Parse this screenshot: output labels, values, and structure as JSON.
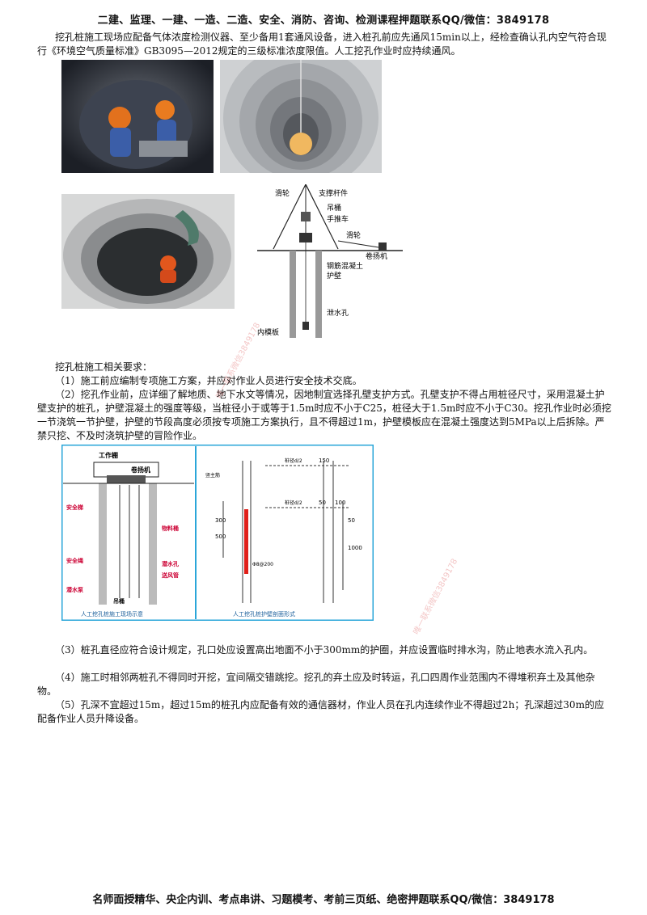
{
  "header": {
    "text": "二建、监理、一建、一造、二造、安全、消防、咨询、检测课程押题联系QQ/微信：3849178"
  },
  "intro": {
    "text": "挖孔桩施工现场应配备气体浓度检测仪器、至少备用1套通风设备，进入桩孔前应先通风15min以上，经检查确认孔内空气符合现行《环境空气质量标准》GB3095—2012规定的三级标准浓度限值。人工挖孔作业时应持续通风。"
  },
  "diagram1": {
    "labels": {
      "pulley_top": "滑轮",
      "support": "支撑杆件",
      "bucket": "吊桶",
      "cart": "手推车",
      "pulley_right": "滑轮",
      "winch": "卷扬机",
      "rc": "钢筋混凝土",
      "wall": "护壁",
      "drain": "泄水孔",
      "plate": "内模板"
    }
  },
  "section": {
    "title": "挖孔桩施工相关要求："
  },
  "items": [
    "（1）施工前应编制专项施工方案，并应对作业人员进行安全技术交底。",
    "（2）挖孔作业前，应详细了解地质、地下水文等情况，因地制宜选择孔壁支护方式。孔壁支护不得占用桩径尺寸，采用混凝土护壁支护的桩孔，护壁混凝土的强度等级，当桩径小于或等于1.5m时应不小于C25，桩径大于1.5m时应不小于C30。挖孔作业时必须挖一节浇筑一节护壁，护壁的节段高度必须按专项施工方案执行，且不得超过1m，护壁模板应在混凝土强度达到5MPa以上后拆除。严禁只挖、不及时浇筑护壁的冒险作业。",
    "（3）桩孔直径应符合设计规定，孔口处应设置高出地面不小于300mm的护圈，并应设置临时排水沟，防止地表水流入孔内。",
    "（4）施工时相邻两桩孔不得同时开挖，宜间隔交错跳挖。挖孔的弃土应及时转运，孔口四周作业范围内不得堆积弃土及其他杂物。",
    "（5）孔深不宜超过15m，超过15m的桩孔内应配备有效的通信器材，作业人员在孔内连续作业不得超过2h；孔深超过30m的应配备作业人员升降设备。"
  ],
  "diagram2": {
    "left": {
      "shed": "工作棚",
      "winch": "卷扬机",
      "ladder": "安全梯",
      "material": "物料桶",
      "rope": "安全绳",
      "drain": "潜水孔",
      "vent": "送风管",
      "pump": "潜水泵",
      "bucket": "吊桶",
      "caption": "人工挖孔桩施工现场示意"
    },
    "right": {
      "rebar": "竖主筋",
      "d1": "桩径d/2",
      "d2": "桩径d/2",
      "w150": "150",
      "w50": "50",
      "w100": "100",
      "h300": "300",
      "h500": "500",
      "h50": "50",
      "h1000": "1000",
      "stirrup": "Φ8@200",
      "caption": "人工挖孔桩护壁剖面形式"
    }
  },
  "watermark": {
    "text": "唯一联系微信3849178"
  },
  "footer": {
    "text": "名师面授精华、央企内训、考点串讲、习题模考、考前三页纸、绝密押题联系QQ/微信：3849178"
  }
}
